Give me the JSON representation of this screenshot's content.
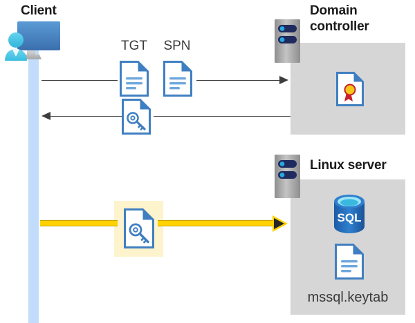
{
  "diagram": {
    "title_semantic": "kerberos-authentication-flow",
    "background_color": "#ffffff"
  },
  "actors": {
    "client": {
      "label": "Client",
      "icon": "user-at-computer-icon",
      "lifeline_color": "#c2dcfb"
    },
    "domain_controller": {
      "label_line1": "Domain",
      "label_line2": "controller",
      "icon": "server-rack-icon",
      "panel_color": "#d6d6d6",
      "contents": [
        {
          "icon": "certificate-document-icon",
          "label": ""
        }
      ]
    },
    "linux_server": {
      "label": "Linux server",
      "icon": "server-rack-icon",
      "panel_color": "#d6d6d6",
      "contents": [
        {
          "icon": "sql-database-icon",
          "label": "SQL"
        },
        {
          "icon": "document-icon",
          "label": "mssql.keytab"
        }
      ]
    }
  },
  "messages": [
    {
      "id": "request",
      "direction": "right",
      "from": "client",
      "to": "domain_controller",
      "artifacts": [
        {
          "label": "TGT",
          "icon": "document-icon"
        },
        {
          "label": "SPN",
          "icon": "document-icon"
        }
      ],
      "color": "#3d3d3d"
    },
    {
      "id": "response",
      "direction": "left",
      "from": "domain_controller",
      "to": "client",
      "artifacts": [
        {
          "label": "",
          "icon": "key-document-icon"
        }
      ],
      "color": "#3d3d3d"
    },
    {
      "id": "service-ticket",
      "direction": "right",
      "from": "client",
      "to": "linux_server",
      "artifacts": [
        {
          "label": "",
          "icon": "key-document-icon"
        }
      ],
      "color": "#ffd200",
      "highlight_color": "#fdf3cd",
      "highlighted": true
    }
  ],
  "colors": {
    "accent_blue": "#3f7fc1",
    "doc_fill": "#ffffff",
    "doc_fold": "#3f7fc1",
    "panel_gray": "#d6d6d6",
    "rack_gray": "#a8a8a8",
    "rack_pill": "#1f2a5e",
    "rack_dot": "#29a8e0",
    "lifeline": "#c2dcfb",
    "yellow": "#ffd200",
    "yellow_highlight": "#fdf3cd",
    "arrow_dark": "#3d3d3d",
    "sql_blue": "#2c6fbb",
    "seal_gold": "#f5c518",
    "seal_red": "#c8202a"
  }
}
